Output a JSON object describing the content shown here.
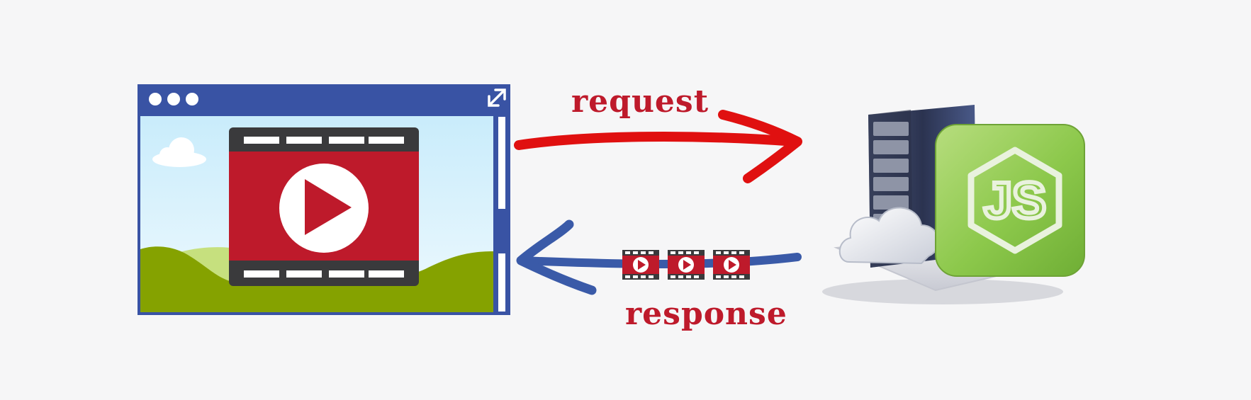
{
  "labels": {
    "request": "request",
    "response": "response"
  },
  "logo": {
    "text": "JS"
  },
  "colors": {
    "background": "#f6f6f7",
    "browser_frame": "#3953a4",
    "sky_top": "#c9ecfb",
    "sky_bottom": "#e8f7fd",
    "hill_dark": "#85a200",
    "hill_light": "#c6e07e",
    "player_red": "#be1a2b",
    "player_dark": "#3a3a3c",
    "request_arrow": "#e01010",
    "response_arrow": "#3a5aa8",
    "label_text": "#be1a2b",
    "node_green": "#8cc84b",
    "server_body": "#2b3350"
  },
  "icons": {
    "browser": "browser-window-icon",
    "video": "video-player-icon",
    "server": "server-icon",
    "cloud": "cloud-icon",
    "nodejs": "nodejs-logo"
  }
}
